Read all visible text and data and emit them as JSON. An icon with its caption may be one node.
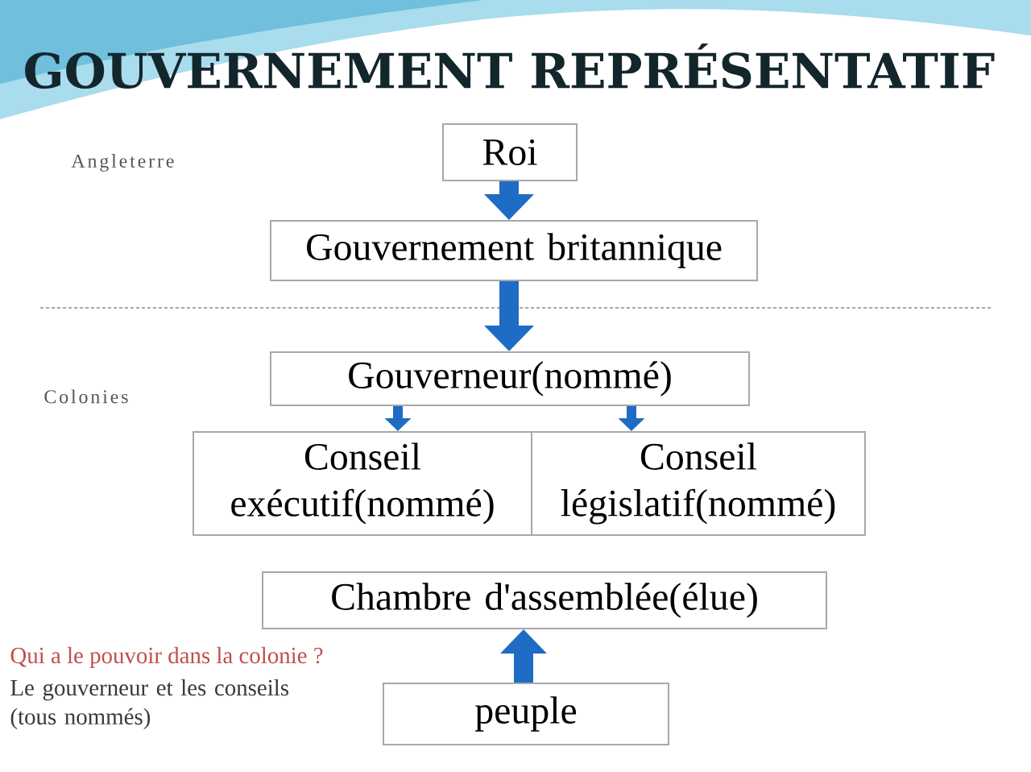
{
  "diagram": {
    "title": "GOUVERNEMENT REPRÉSENTATIF",
    "nodes": [
      {
        "text": [
          "Roi"
        ]
      },
      {
        "text": [
          "Gouvernement britannique"
        ]
      },
      {
        "text": [
          "Gouverneur(nommé)"
        ]
      },
      {
        "text": [
          "Conseil exécutif(nommé)"
        ]
      },
      {
        "text": [
          "Conseil législatif(nommé)"
        ]
      },
      {
        "text": [
          "Chambre d'assemblée(élue)"
        ]
      },
      {
        "text": [
          "peuple"
        ]
      }
    ],
    "edges": [
      {
        "from": 0,
        "to": 1,
        "arrow": "to"
      },
      {
        "from": 1,
        "to": 2,
        "arrow": "to"
      },
      {
        "from": 2,
        "to": 3,
        "arrow": "to"
      },
      {
        "from": 2,
        "to": 4,
        "arrow": "to"
      },
      {
        "from": 6,
        "to": 5,
        "arrow": "to"
      }
    ],
    "labels": [
      "Angleterre",
      "Colonies",
      "Qui a le pouvoir dans la colonie ?",
      "Le gouverneur et les conseils (tous nommés)"
    ]
  }
}
